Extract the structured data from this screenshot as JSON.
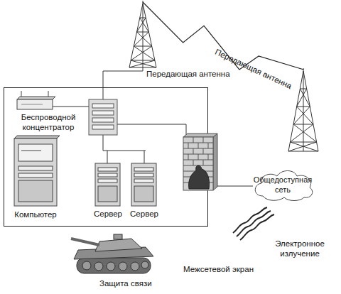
{
  "diagram": {
    "nodes": [
      {
        "text": [
          "Передающая антенна"
        ]
      },
      {
        "text": [
          "Передающая антенна"
        ]
      },
      {
        "text": [
          "Беспроводной концентратор"
        ]
      },
      {
        "text": [
          "Компьютер"
        ]
      },
      {
        "text": [
          "Сервер"
        ]
      },
      {
        "text": [
          "Сервер"
        ]
      },
      {
        "text": [
          "Общедоступная сеть"
        ]
      },
      {
        "text": [
          "Защита связи"
        ]
      },
      {
        "text": [
          "Электронное излучение"
        ]
      }
    ],
    "edges": [
      {
        "from": 0,
        "to": 1,
        "arrow": "none"
      }
    ],
    "labels": [
      "Межсетевой экран"
    ]
  }
}
